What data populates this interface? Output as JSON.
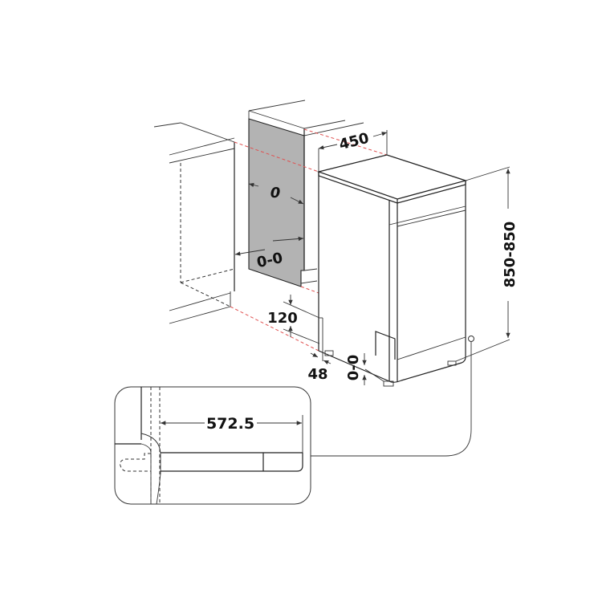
{
  "diagram": {
    "dimensions": {
      "width": "450",
      "height": "850-850",
      "side_gap": "0",
      "side_gap_lower": "0-0",
      "plinth_height": "120",
      "plinth_depth": "48",
      "feet_adjust": "0-0",
      "inset_depth": "572.5"
    },
    "colors": {
      "panel_fill": "#b3b3b3",
      "guide_line": "#e05050",
      "line": "#222222"
    }
  }
}
